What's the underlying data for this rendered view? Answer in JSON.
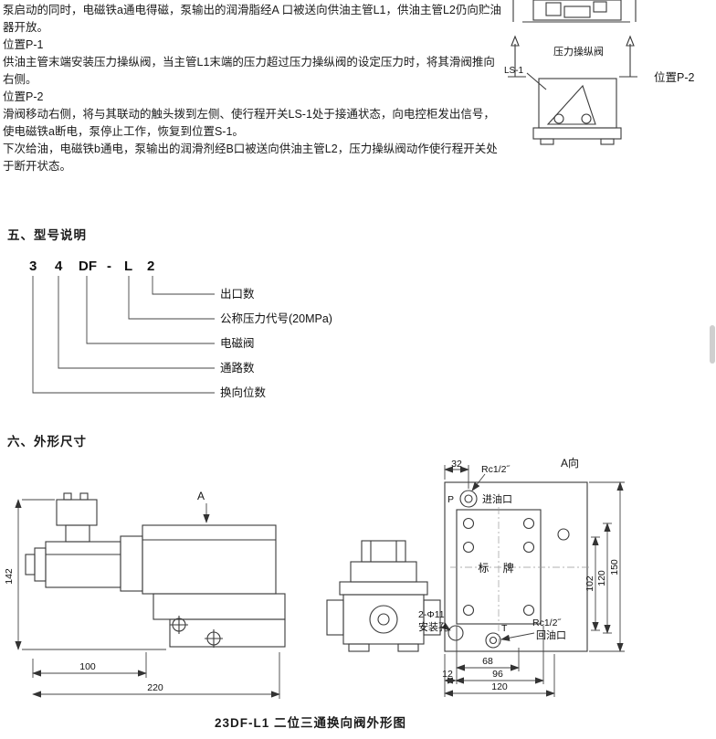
{
  "intro": {
    "p1": "泵启动的同时，电磁铁a通电得磁，泵输出的润滑脂经A 口被送向供油主管L1，供油主管L2仍向贮油器开放。",
    "pos1": "位置P-1",
    "p2": "供油主管末端安装压力操纵阀，当主管L1末端的压力超过压力操纵阀的设定压力时，将其滑阀推向右侧。",
    "pos2": "位置P-2",
    "p3": "滑阀移动右侧，将与其联动的触头拨到左侧、使行程开关LS-1处于接通状态，向电控柜发出信号，使电磁铁a断电，泵停止工作，恢复到位置S-1。",
    "p4": "下次给油，电磁铁b通电，泵输出的润滑剂经B口被送向供油主管L2，压力操纵阀动作使行程开关处于断开状态。"
  },
  "valve_diagram": {
    "title": "压力操纵阀",
    "switch": "LS-1",
    "position": "位置P-2"
  },
  "model_section": {
    "title": "五、型号说明",
    "chars": {
      "c1": "3",
      "c2": "4",
      "c3": "DF",
      "c4": "-",
      "c5": "L",
      "c6": "2"
    },
    "labels": {
      "l1": "出口数",
      "l2": "公称压力代号(20MPa)",
      "l3": "电磁阀",
      "l4": "通路数",
      "l5": "换向位数"
    }
  },
  "dims_section": {
    "title": "六、外形尺寸",
    "caption": "23DF-L1 二位三通换向阀外形图",
    "side_view": {
      "view_arrow": "A",
      "height": "142",
      "width1": "100",
      "width2": "220"
    },
    "top_view": {
      "view_label": "A向",
      "dim32": "32",
      "thread_top": "Rc1/2˝",
      "port_p": "P",
      "inlet": "进油口",
      "nameplate": "标 牌",
      "dim102": "102",
      "dim120r": "120",
      "dim150": "150",
      "holes": "2-Φ11",
      "holes_label": "安装孔",
      "port_t": "T",
      "thread_bottom": "Rc1/2˝",
      "outlet": "回油口",
      "dim12": "12",
      "dim68": "68",
      "dim96": "96",
      "dim120b": "120"
    }
  }
}
